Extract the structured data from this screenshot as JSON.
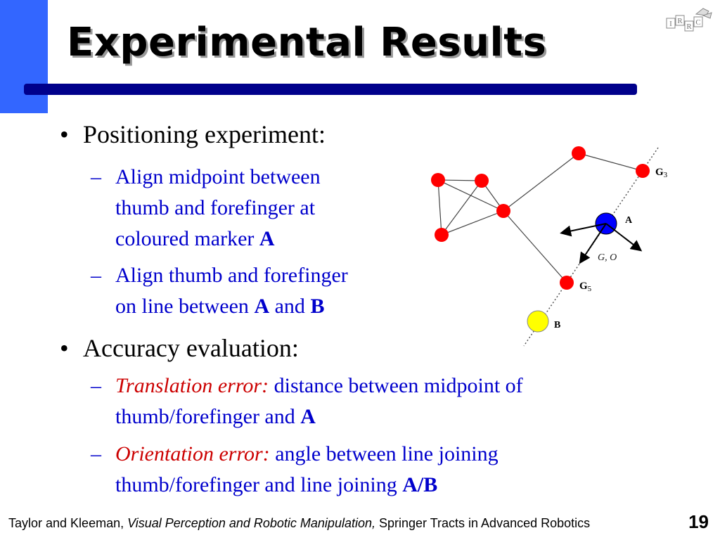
{
  "slide": {
    "title": "Experimental Results",
    "colors": {
      "accent_bar": "#3366ff",
      "rule": "#00008b",
      "sub_text": "#0000cc",
      "emphasis": "#cc0000"
    }
  },
  "logo": {
    "letters": [
      "I",
      "R",
      "R",
      "C"
    ]
  },
  "bullets": [
    {
      "text": "Positioning experiment:",
      "subs": [
        {
          "lines": [
            "Align midpoint between",
            "thumb and forefinger at"
          ],
          "last_prefix": "coloured marker ",
          "last_bold": "A"
        },
        {
          "lines": [
            "Align thumb and forefinger"
          ],
          "last_prefix": "on line between ",
          "last_bold": "A",
          "last_mid": " and ",
          "last_bold2": "B"
        }
      ]
    },
    {
      "text": "Accuracy evaluation:",
      "subs": [
        {
          "em": "Translation error:",
          "line1": " distance between midpoint of",
          "last_prefix": "thumb/forefinger and ",
          "last_bold": "A"
        },
        {
          "em": "Orientation error:",
          "line1": " angle between line joining",
          "last_prefix": "thumb/forefinger and line joining ",
          "last_bold": "A/B"
        }
      ]
    }
  ],
  "diagram": {
    "labels": {
      "g3_main": "G",
      "g3_sub": "3",
      "g5_main": "G",
      "g5_sub": "5",
      "a": "A",
      "b": "B",
      "go": "G, O"
    },
    "colors": {
      "node": "#ff0000",
      "marker_a": "#0000ff",
      "marker_b": "#ffff00"
    }
  },
  "footer": {
    "authors": "Taylor and Kleeman, ",
    "book": "Visual Perception and Robotic Manipulation,",
    "series": " Springer Tracts in Advanced Robotics",
    "page": "19"
  }
}
